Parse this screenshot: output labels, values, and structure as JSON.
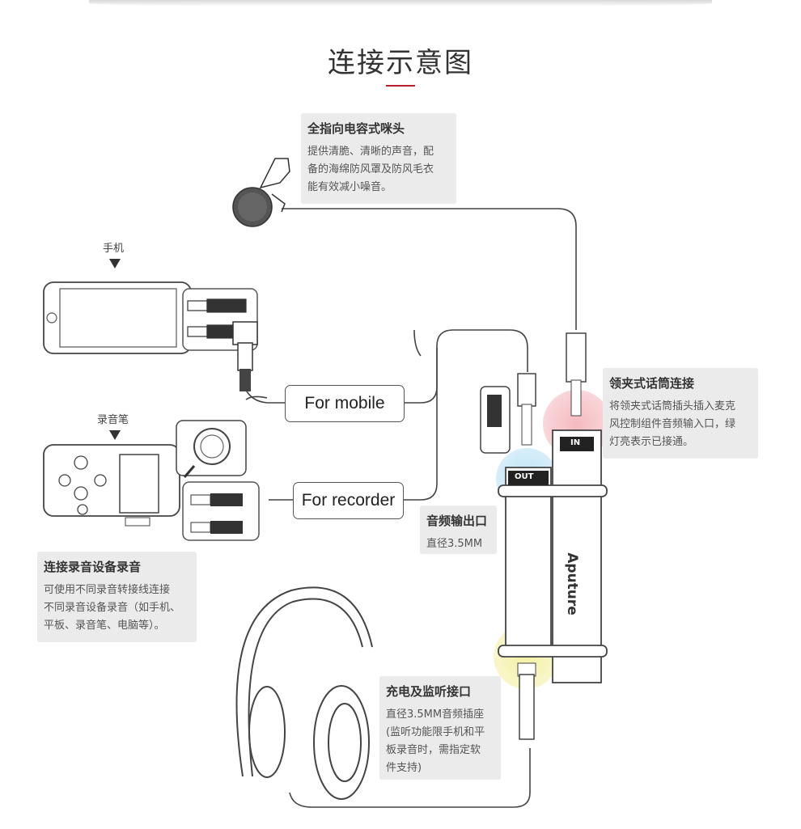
{
  "title": "连接示意图",
  "labels": {
    "phone": "手机",
    "recorder": "录音笔",
    "for_mobile": "For mobile",
    "for_recorder": "For recorder",
    "brand": "Aputure",
    "port_in": "IN",
    "port_out": "OUT"
  },
  "callouts": {
    "mic": {
      "heading": "全指向电容式咪头",
      "lines": [
        "提供清脆、清晰的声音，配",
        "备的海绵防风罩及防风毛衣",
        "能有效减小噪音。"
      ]
    },
    "lav": {
      "heading": "领夹式话筒连接",
      "lines": [
        "将领夹式话筒插头插入麦克",
        "风控制组件音频输入口，绿",
        "灯亮表示已接通。"
      ]
    },
    "out": {
      "heading": "音频输出口",
      "lines": [
        "直径3.5MM"
      ]
    },
    "rec": {
      "heading": "连接录音设备录音",
      "lines": [
        "可使用不同录音转接线连接",
        "不同录音设备录音（如手机、",
        "平板、录音笔、电脑等）。"
      ]
    },
    "charge": {
      "heading": "充电及监听接口",
      "lines": [
        "直径3.5MM音频插座",
        "(监听功能限手机和平",
        "板录音时，需指定软",
        "件支持)"
      ]
    }
  },
  "colors": {
    "accent": "#b3202a",
    "callout_bg": "#ebebeb",
    "in_glow": "#f4b6bc",
    "out_glow": "#b8e1f5",
    "charge_glow": "#f3f0a0"
  }
}
